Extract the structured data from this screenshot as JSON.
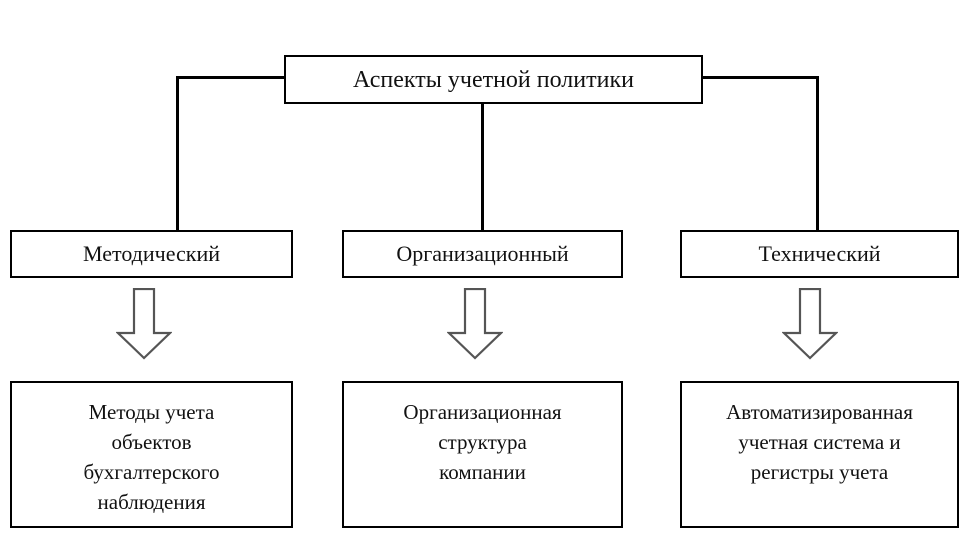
{
  "diagram": {
    "type": "hierarchy-flowchart",
    "title": "Аспекты учетной политики",
    "root": {
      "label": "Аспекты учетной политики"
    },
    "branches": [
      {
        "aspect": "Методический",
        "arrow": "down-block-arrow",
        "detail": "Методы учета\nобъектов\nбухгалтерского\nнаблюдения"
      },
      {
        "aspect": "Организационный",
        "arrow": "down-block-arrow",
        "detail": "Организационная\nструктура\nкомпании"
      },
      {
        "aspect": "Технический",
        "arrow": "down-block-arrow",
        "detail": "Автоматизированная\nучетная система и\nрегистры учета"
      }
    ],
    "colors": {
      "background": "#ffffff",
      "box_border": "#000000",
      "connector": "#000000",
      "arrow_stroke": "#555555",
      "arrow_fill": "#ffffff",
      "text": "#111111"
    }
  }
}
